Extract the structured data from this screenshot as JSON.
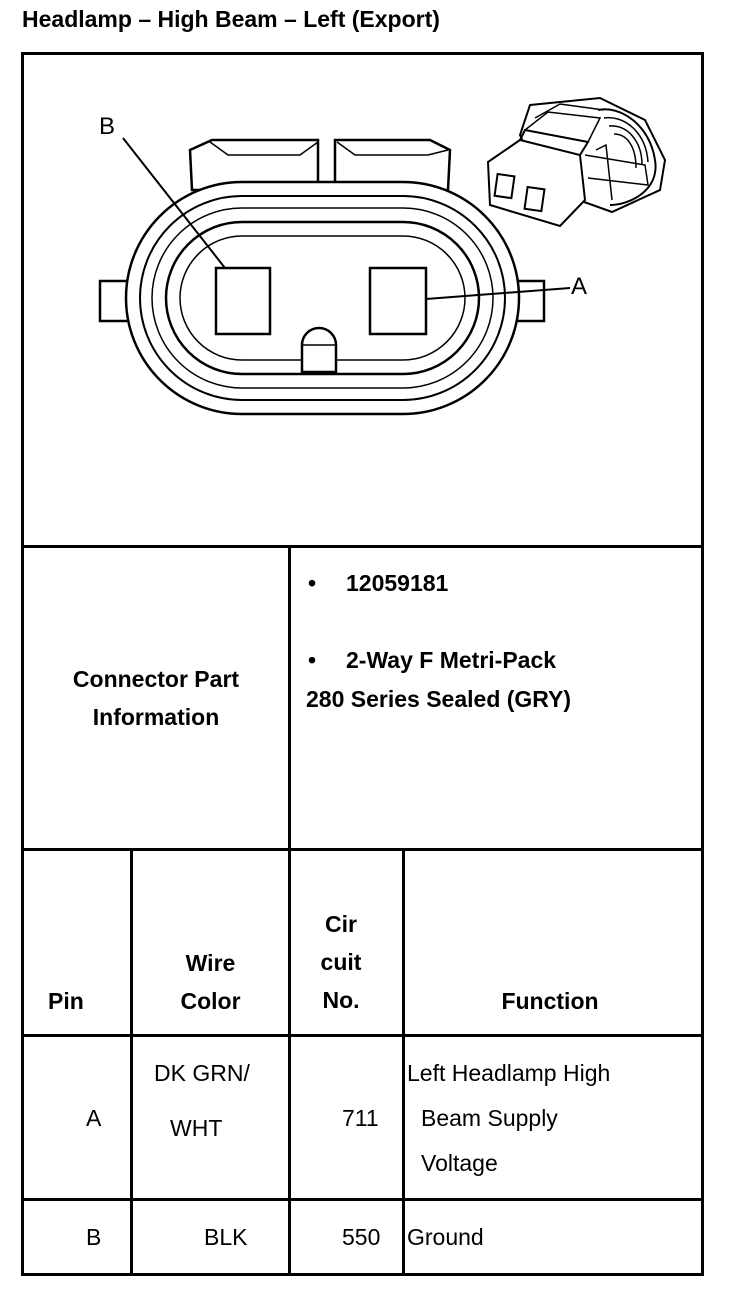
{
  "title": "Headlamp – High Beam – Left (Export)",
  "diagram": {
    "pin_labels": {
      "b": "B",
      "a": "A"
    }
  },
  "connector_info": {
    "label_line1": "Connector Part",
    "label_line2": "Information",
    "part_number": "12059181",
    "description_line1": "2-Way F Metri-Pack",
    "description_line2": "280 Series Sealed (GRY)",
    "bullet": "•"
  },
  "table": {
    "headers": {
      "pin": "Pin",
      "wire_color_line1": "Wire",
      "wire_color_line2": "Color",
      "circuit_line1": "Cir",
      "circuit_line2": "cuit",
      "circuit_line3": "No.",
      "function": "Function"
    },
    "rows": [
      {
        "pin": "A",
        "wire_color_line1": "DK GRN/",
        "wire_color_line2": "WHT",
        "circuit": "711",
        "function_line1": "Left Headlamp High",
        "function_line2": "Beam Supply",
        "function_line3": "Voltage"
      },
      {
        "pin": "B",
        "wire_color": "BLK",
        "circuit": "550",
        "function": "Ground"
      }
    ]
  }
}
